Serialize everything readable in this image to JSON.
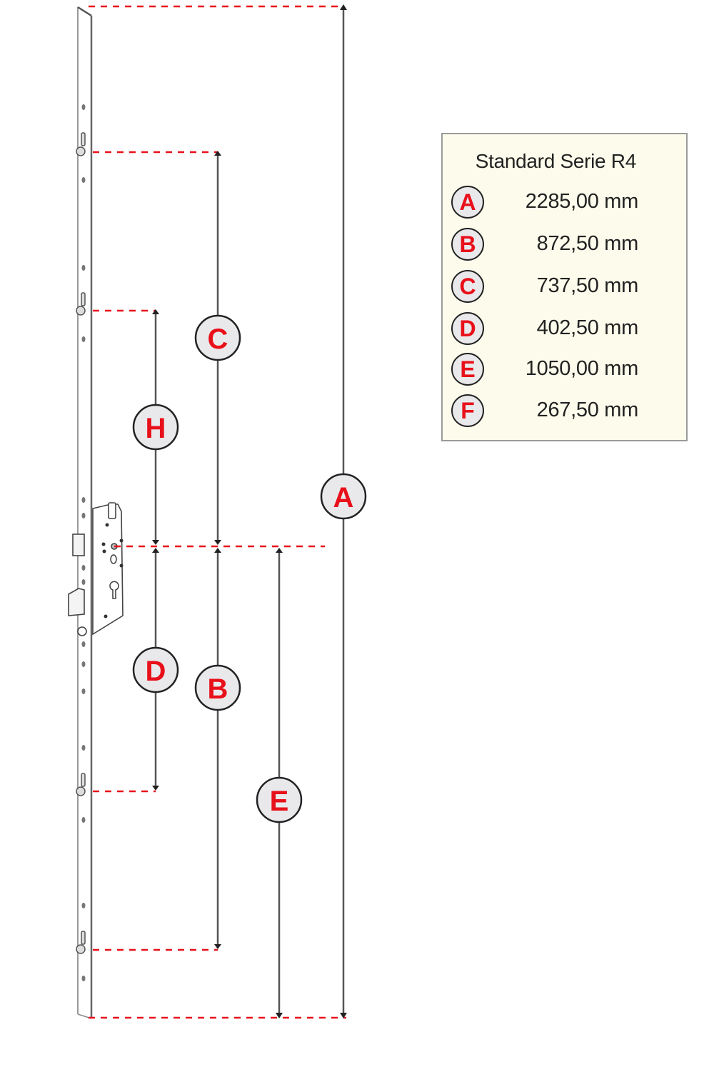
{
  "legend": {
    "title": "Standard Serie R4",
    "rows": [
      {
        "label": "A",
        "value": "2285,00 mm"
      },
      {
        "label": "B",
        "value": "872,50 mm"
      },
      {
        "label": "C",
        "value": "737,50 mm"
      },
      {
        "label": "D",
        "value": "402,50 mm"
      },
      {
        "label": "E",
        "value": "1050,00 mm"
      },
      {
        "label": "F",
        "value": "267,50 mm"
      }
    ]
  },
  "dimensions": {
    "A": {
      "label": "A",
      "from": "top of faceplate",
      "to": "bottom of faceplate"
    },
    "B": {
      "label": "B",
      "from": "lock center",
      "to": "bottom hook bolt"
    },
    "C": {
      "label": "C",
      "from": "top hook bolt",
      "to": "lock center"
    },
    "D": {
      "label": "D",
      "from": "lock center",
      "to": "lower hook bolt"
    },
    "E": {
      "label": "E",
      "from": "lock center",
      "to": "bottom of faceplate"
    },
    "H": {
      "label": "H",
      "from": "upper hook bolt",
      "to": "lock center"
    }
  },
  "colors": {
    "dimension_line": "#555555",
    "reference_dash": "#e8101a",
    "badge_letter": "#e8101a",
    "badge_fill": "#e9e9ec",
    "legend_bg": "#fdfcec",
    "legend_border": "#9a9a9a"
  }
}
